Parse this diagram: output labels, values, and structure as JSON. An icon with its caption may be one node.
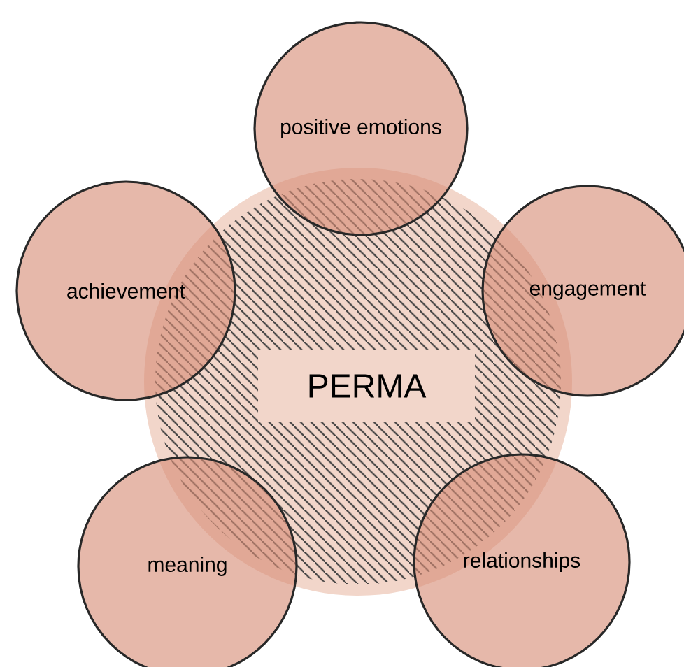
{
  "diagram": {
    "nodes": [
      {
        "text": [],
        "shape": "circle"
      },
      {
        "text": [
          "PERMA"
        ],
        "in": 0
      },
      {
        "text": [
          "positive emotions"
        ]
      },
      {
        "text": [
          "achievement"
        ]
      },
      {
        "text": [
          "engagement"
        ]
      },
      {
        "text": [
          "meaning"
        ]
      },
      {
        "text": [
          "relationships"
        ]
      }
    ]
  }
}
